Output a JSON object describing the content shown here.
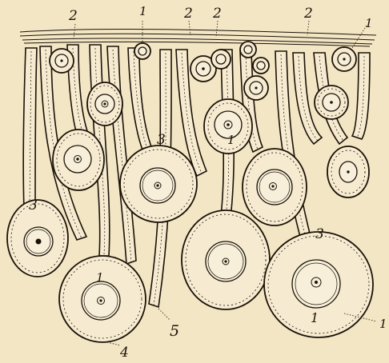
{
  "labels": {
    "l1a": "2",
    "l1b": "1",
    "l1c": "2",
    "l1d": "2",
    "l1e": "2",
    "l1f": "1",
    "l2a": "3",
    "l2b": "3",
    "l2c": "1",
    "l2d": "3",
    "l3a": "1",
    "l3b": "5",
    "l3c": "4",
    "l3d": "1",
    "l3e": "1"
  },
  "colors": {
    "paper": "#f3e6c4",
    "ink": "#1a1208"
  }
}
